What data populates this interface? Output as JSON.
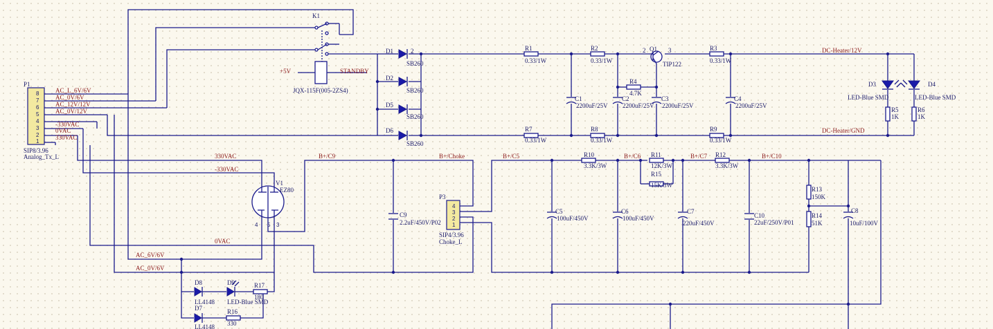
{
  "components": {
    "P1": {
      "ref": "P1",
      "pins": [
        "8",
        "7",
        "6",
        "5",
        "4",
        "3",
        "2",
        "1"
      ],
      "footprint": "SIP8/3.96",
      "name": "Analog_Tx_L"
    },
    "K1": {
      "ref": "K1",
      "part": "JQX-115F(005-2ZS4)"
    },
    "D1": {
      "ref": "D1",
      "value": "SB260",
      "pin": "2"
    },
    "D2": {
      "ref": "D2",
      "value": "SB260"
    },
    "D5": {
      "ref": "D5",
      "value": "SB260"
    },
    "D6": {
      "ref": "D6",
      "value": "SB260"
    },
    "R1": {
      "ref": "R1",
      "value": "0.33/1W"
    },
    "R2": {
      "ref": "R2",
      "value": "0.33/1W"
    },
    "R3": {
      "ref": "R3",
      "value": "0.33/1W"
    },
    "R4": {
      "ref": "R4",
      "value": "4.7K"
    },
    "R7": {
      "ref": "R7",
      "value": "0.33/1W"
    },
    "R8": {
      "ref": "R8",
      "value": "0.33/1W"
    },
    "R9": {
      "ref": "R9",
      "value": "0.33/1W"
    },
    "Q1": {
      "ref": "Q1",
      "value": "TIP122",
      "pin_b": "2",
      "pin_e": "3"
    },
    "C1": {
      "ref": "C1",
      "value": "2200uF/25V"
    },
    "C2": {
      "ref": "C2",
      "value": "2200uF/25V"
    },
    "C3": {
      "ref": "C3",
      "value": "2200uF/25V"
    },
    "C4": {
      "ref": "C4",
      "value": "2200uF/25V"
    },
    "D3": {
      "ref": "D3",
      "value": "LED-Blue SMD"
    },
    "D4": {
      "ref": "D4",
      "value": "LED-Blue SMD"
    },
    "R5": {
      "ref": "R5",
      "value": "1K"
    },
    "R6": {
      "ref": "R6",
      "value": "1K"
    },
    "V1": {
      "ref": "V1",
      "value": "EZ80",
      "pins": [
        "4",
        "5",
        "3"
      ]
    },
    "C9": {
      "ref": "C9",
      "value": "2.2uF/450V/P02"
    },
    "P3": {
      "ref": "P3",
      "pins": [
        "4",
        "3",
        "2",
        "1"
      ],
      "footprint": "SIP4/3.96",
      "name": "Choke_L"
    },
    "R10": {
      "ref": "R10",
      "value": "3.3K/3W"
    },
    "R11": {
      "ref": "R11",
      "value": "12K/3W"
    },
    "R15": {
      "ref": "R15",
      "value": "15K/3W"
    },
    "R12": {
      "ref": "R12",
      "value": "3.3K/3W"
    },
    "C5": {
      "ref": "C5",
      "value": "100uF/450V"
    },
    "C6": {
      "ref": "C6",
      "value": "100uF/450V"
    },
    "C7": {
      "ref": "C7",
      "value": "220uF/450V"
    },
    "C10": {
      "ref": "C10",
      "value": "22uF/250V/P01"
    },
    "R13": {
      "ref": "R13",
      "value": "150K"
    },
    "R14": {
      "ref": "R14",
      "value": "51K"
    },
    "C8": {
      "ref": "C8",
      "value": "10uF/100V"
    },
    "D8": {
      "ref": "D8",
      "value": "LL4148"
    },
    "D9": {
      "ref": "D9",
      "value": "LED-Blue SMD"
    },
    "R17": {
      "ref": "R17",
      "value": "180"
    },
    "D7": {
      "ref": "D7",
      "value": "LL4148"
    },
    "R16": {
      "ref": "R16",
      "value": "330"
    }
  },
  "nets": {
    "ac_l_6v_6v": "AC_L_6V/6V",
    "ac_0v_6v": "AC_0V/6V",
    "ac_12v_12v": "AC_12V/12V",
    "ac_0v_12v": "AC_0V/12V",
    "neg330vac": "-330VAC",
    "zero_vac": "0VAC",
    "pos330vac": "330VAC",
    "plus5v": "+5V",
    "standby": "STANDBY",
    "dc_heater_12v": "DC-Heater/12V",
    "dc_heater_gnd": "DC-Heater/GND",
    "b_c9": "B+/C9",
    "b_choke": "B+/Choke",
    "b_c5": "B+/C5",
    "b_c6": "B+/C6",
    "b_c7": "B+/C7",
    "b_c10": "B+/C10",
    "ac_6v_6v": "AC_6V/6V",
    "ac_0v_6v_b": "AC_0V/6V"
  },
  "colors": {
    "wire": "#1a1a8c",
    "net_label": "#8b1a1a",
    "text": "#1a1a6a",
    "background": "#fbf8ee"
  }
}
